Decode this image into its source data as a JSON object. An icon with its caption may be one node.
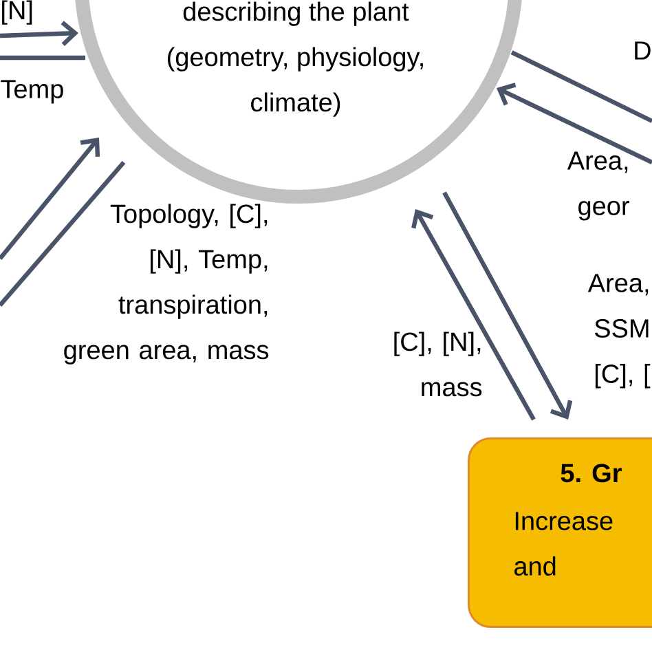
{
  "diagram": {
    "nodes": [
      {
        "text": [
          "describing the plant (geometry, physiology, climate)"
        ]
      },
      {
        "text": [
          "5. Gr",
          "Increase and"
        ]
      }
    ],
    "edges": [
      {
        "from": null,
        "to": 0,
        "arrow": "to"
      },
      {
        "from": 0,
        "to": null,
        "arrow": "none"
      },
      {
        "from": null,
        "to": 0,
        "arrow": "to"
      },
      {
        "from": 0,
        "to": null,
        "arrow": "none"
      },
      {
        "from": 0,
        "to": null,
        "arrow": "none"
      },
      {
        "from": null,
        "to": 0,
        "arrow": "to"
      },
      {
        "from": 1,
        "to": 0,
        "arrow": "to",
        "label": "[C], [N], mass"
      },
      {
        "from": 0,
        "to": 1,
        "arrow": "to",
        "label": "Area, SSM [C], ["
      }
    ],
    "labels": [
      "[N]",
      "Temp",
      "D",
      "Area, geor",
      "Topology, [C], [N], Temp, transpiration, green area, mass"
    ]
  }
}
